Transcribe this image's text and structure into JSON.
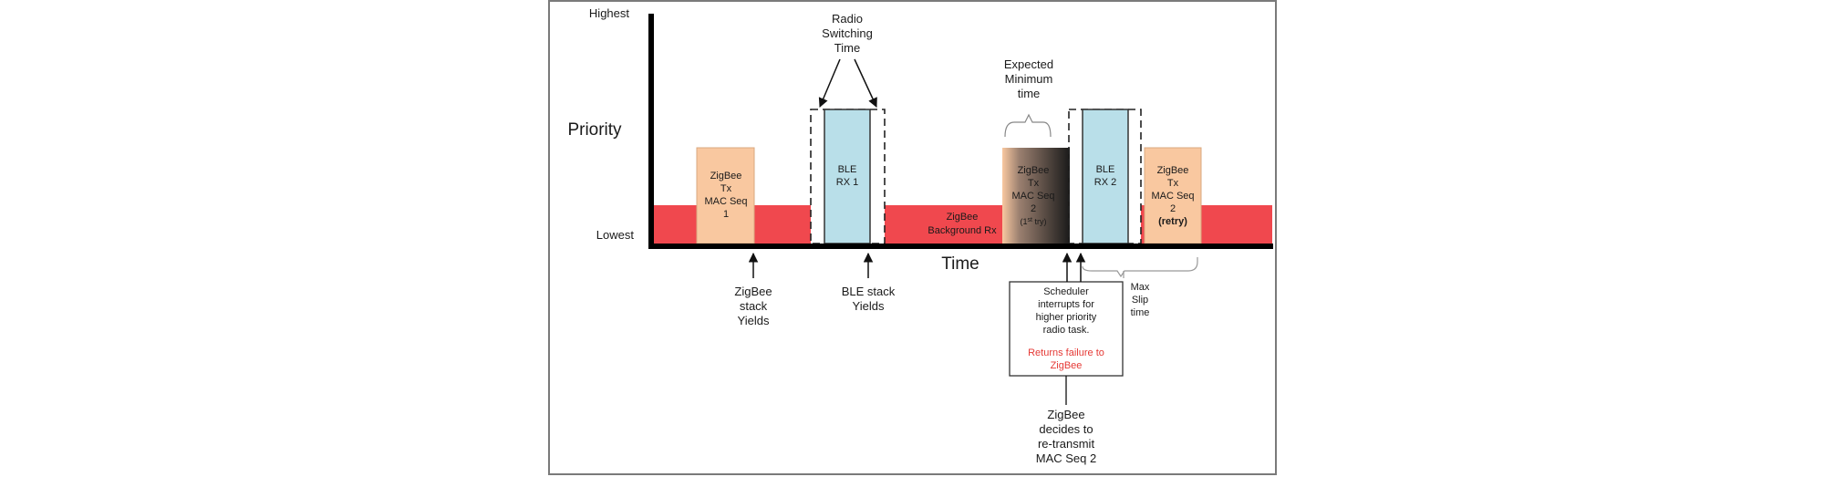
{
  "axis": {
    "highest": "Highest",
    "lowest": "Lowest",
    "priority": "Priority",
    "time": "Time"
  },
  "radio_switching": [
    "Radio",
    "Switching",
    "Time"
  ],
  "expected_min": [
    "Expected",
    "Minimum",
    "time"
  ],
  "tasks": {
    "zb1": [
      "ZigBee",
      "Tx",
      "MAC Seq",
      "1"
    ],
    "ble1": [
      "BLE",
      "RX 1"
    ],
    "background": [
      "ZigBee",
      "Background Rx"
    ],
    "zb2": [
      "ZigBee",
      "Tx",
      "MAC Seq",
      "2"
    ],
    "zb2_try": "(1",
    "zb2_try_sup": "st",
    "zb2_try_end": " try)",
    "ble2": [
      "BLE",
      "RX 2"
    ],
    "zb2_retry": [
      "ZigBee",
      "Tx",
      "MAC Seq",
      "2"
    ],
    "zb2_retry_bold": "(retry)"
  },
  "annotations": {
    "zb_yields": [
      "ZigBee",
      "stack",
      "Yields"
    ],
    "ble_yields": [
      "BLE stack",
      "Yields"
    ],
    "scheduler": [
      "Scheduler",
      "interrupts for",
      "higher priority",
      "radio task."
    ],
    "returns_failure": [
      "Returns failure to",
      "ZigBee"
    ],
    "max_slip": [
      "Max",
      "Slip",
      "time"
    ],
    "zb_decides": [
      "ZigBee",
      "decides to",
      "re-transmit",
      "MAC Seq 2"
    ]
  },
  "colors": {
    "background_red": "#f0484e",
    "zigbee_orange": "#f9c8a0",
    "ble_blue": "#b9dfe9",
    "failure_red": "#e53935"
  }
}
